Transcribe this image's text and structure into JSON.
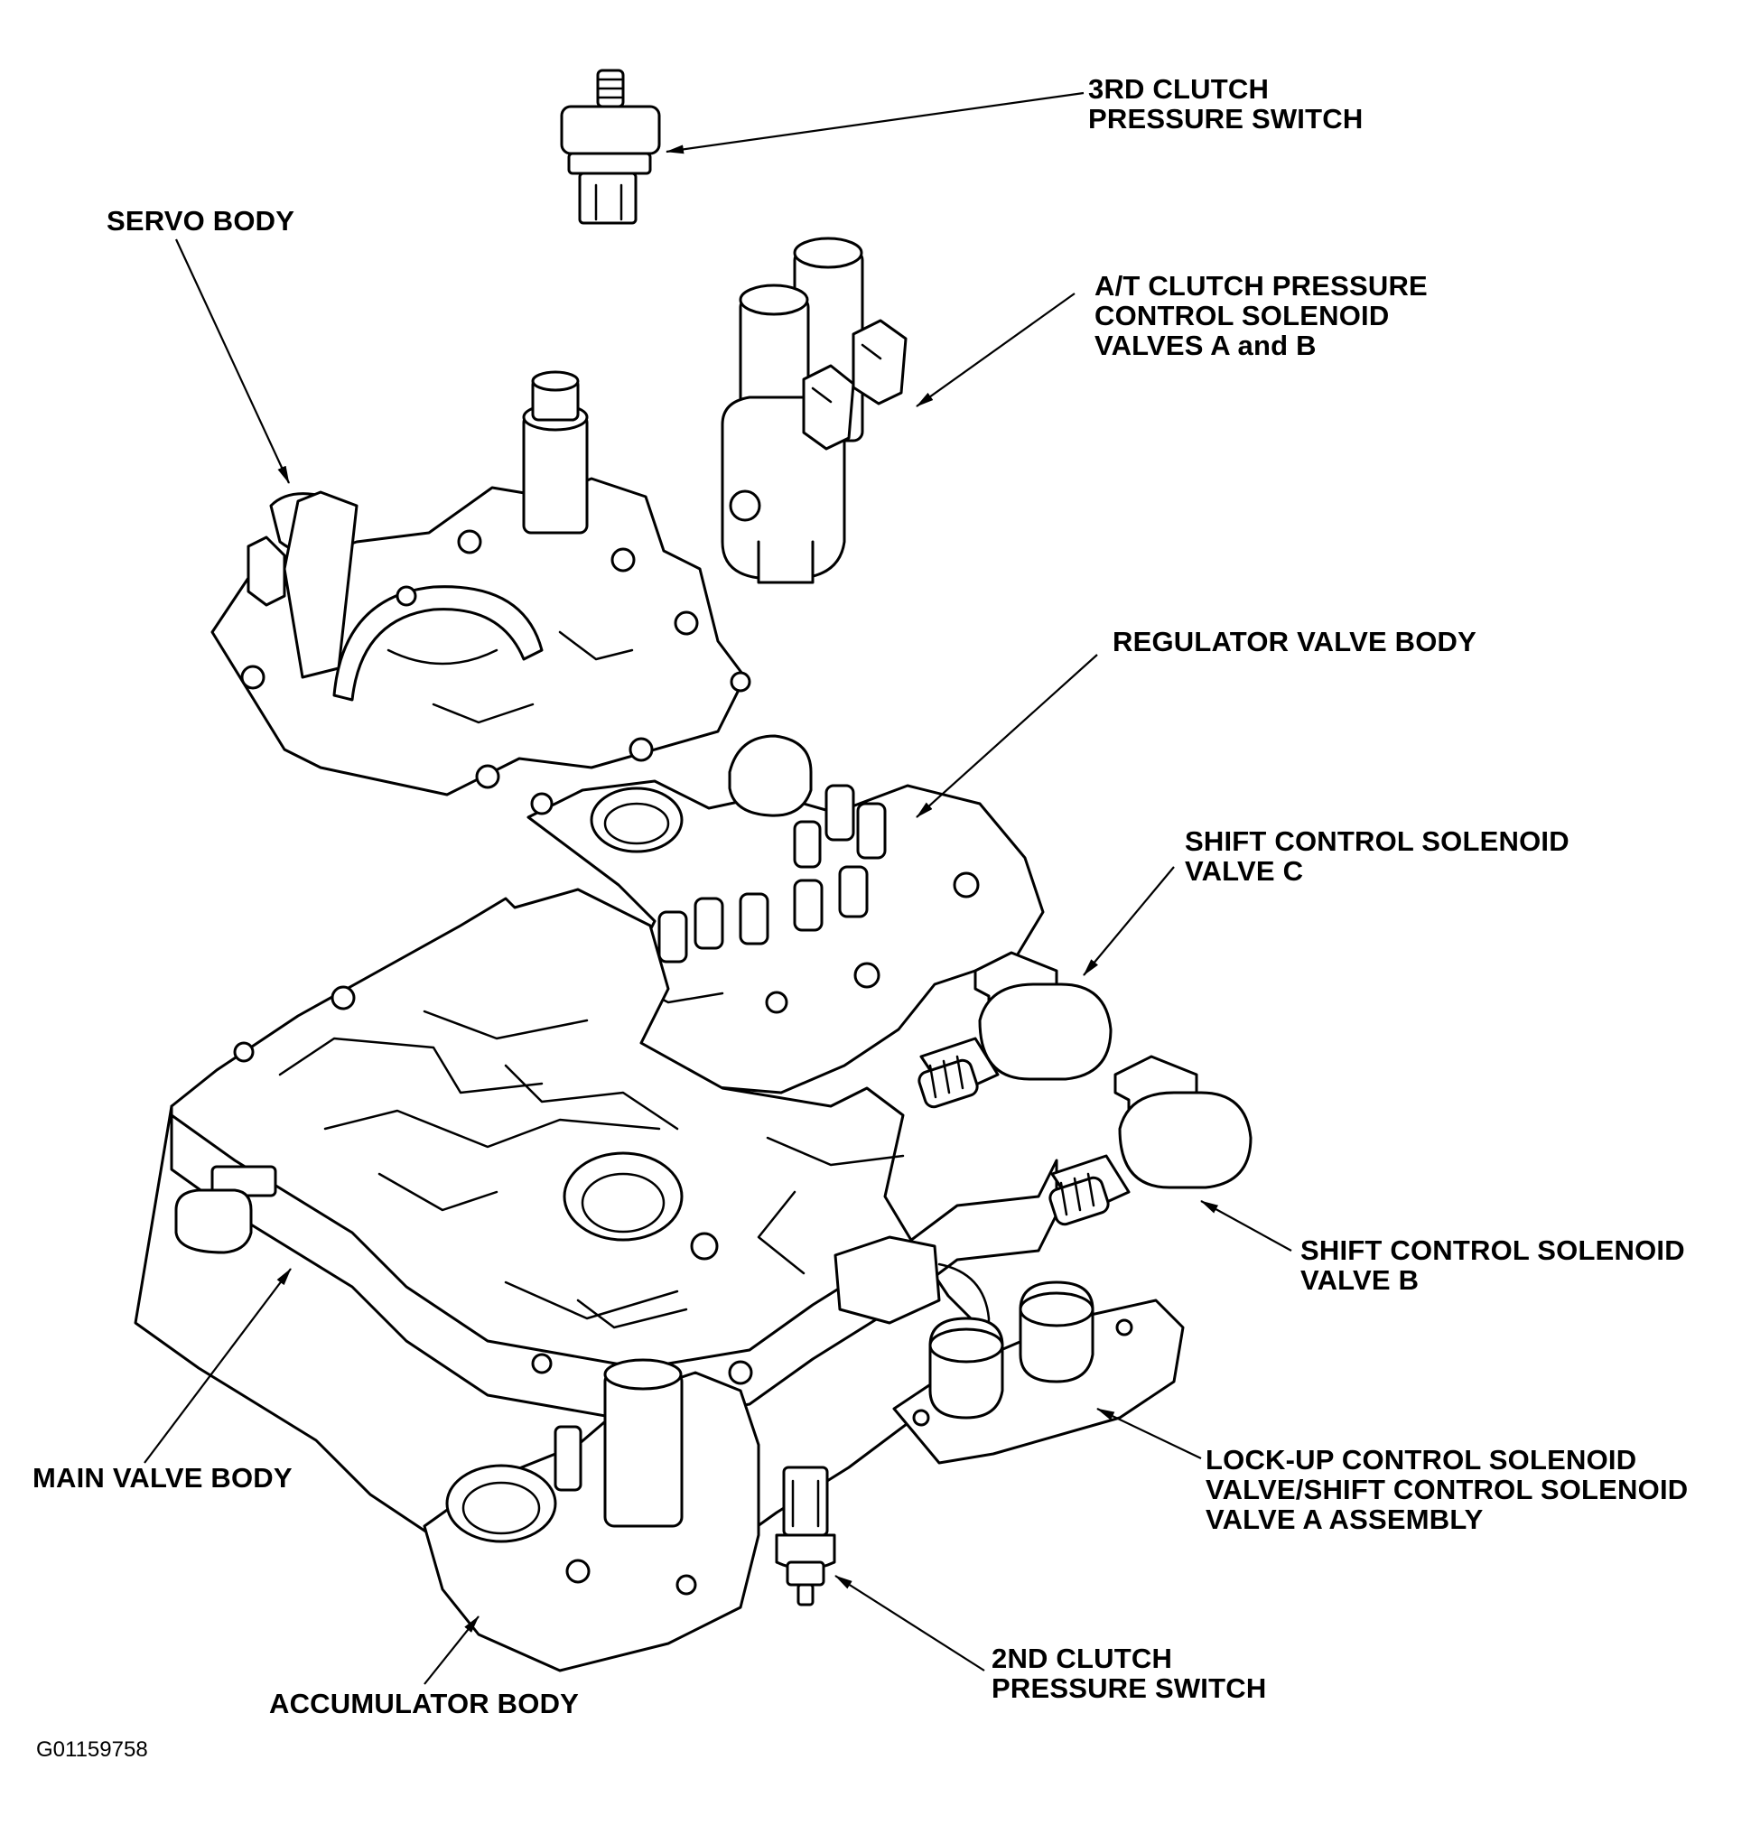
{
  "labels": {
    "third_clutch_switch": [
      "3RD CLUTCH",
      "PRESSURE SWITCH"
    ],
    "servo_body": [
      "SERVO BODY"
    ],
    "at_clutch_solenoids": [
      "A/T CLUTCH PRESSURE",
      "CONTROL SOLENOID",
      "VALVES A and B"
    ],
    "regulator_valve_body": [
      "REGULATOR VALVE BODY"
    ],
    "shift_solenoid_c": [
      "SHIFT CONTROL SOLENOID",
      "VALVE C"
    ],
    "shift_solenoid_b": [
      "SHIFT CONTROL SOLENOID",
      "VALVE B"
    ],
    "lockup_assembly": [
      "LOCK-UP CONTROL SOLENOID",
      "VALVE/SHIFT CONTROL SOLENOID",
      "VALVE A ASSEMBLY"
    ],
    "main_valve_body": [
      "MAIN VALVE BODY"
    ],
    "second_clutch_switch": [
      "2ND CLUTCH",
      "PRESSURE SWITCH"
    ],
    "accumulator_body": [
      "ACCUMULATOR BODY"
    ]
  },
  "figure_id": "G01159758"
}
